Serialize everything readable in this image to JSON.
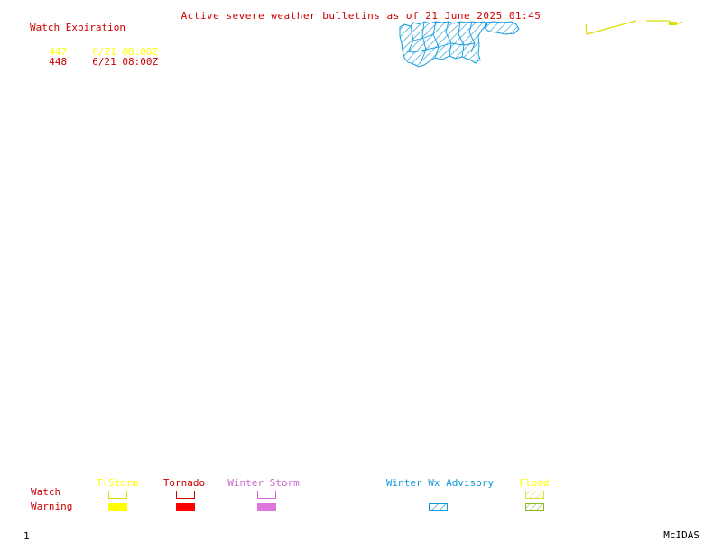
{
  "header": {
    "title": "Active severe weather bulletins as of 21 June 2025 01:45"
  },
  "watches": {
    "header": "Watch Expiration",
    "items": [
      {
        "number": "447",
        "expiration": "6/21 08:00Z",
        "color": "#ffff00"
      },
      {
        "number": "448",
        "expiration": "6/21 08:00Z",
        "color": "#cc0000"
      }
    ]
  },
  "legend": {
    "row_labels": {
      "watch": "Watch",
      "warning": "Warning"
    },
    "categories": [
      {
        "label": "T-Storm",
        "color": "#ffff00",
        "style": "solid"
      },
      {
        "label": "Tornado",
        "color": "#ff0000",
        "style": "solid"
      },
      {
        "label": "Winter Storm",
        "color": "#dd77dd",
        "style": "solid"
      },
      {
        "label": "Winter Wx Advisory",
        "color": "#1199dd",
        "style": "hatched"
      },
      {
        "label": "Flood",
        "color": "#aacc33",
        "style": "hatched"
      }
    ]
  },
  "colors": {
    "text_primary": "#cc0000",
    "advisory": "#1199dd",
    "watch_box": "#ffff00"
  },
  "footer": {
    "frame_number": "1",
    "brand": "McIDAS"
  }
}
